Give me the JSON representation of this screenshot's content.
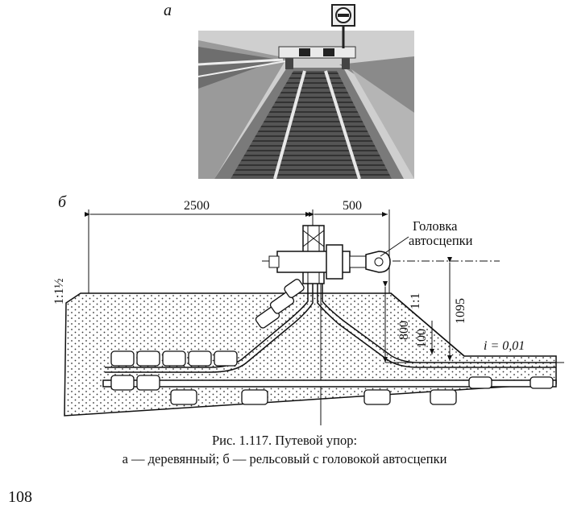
{
  "figure": {
    "panel_a_label": "а",
    "panel_b_label": "б",
    "caption_line1": "Рис. 1.117. Путевой упор:",
    "caption_line2": "а — деревянный; б — рельсовый с головокой автосцепки"
  },
  "drawing": {
    "dim_2500": "2500",
    "dim_500": "500",
    "coupler_label_line1": "Головка",
    "coupler_label_line2": "автосцепки",
    "slope_left": "1:1½",
    "slope_right": "1:1",
    "dim_800": "800",
    "dim_100": "100",
    "dim_1095": "1095",
    "gradient": "i = 0,01"
  },
  "page": {
    "number": "108"
  }
}
